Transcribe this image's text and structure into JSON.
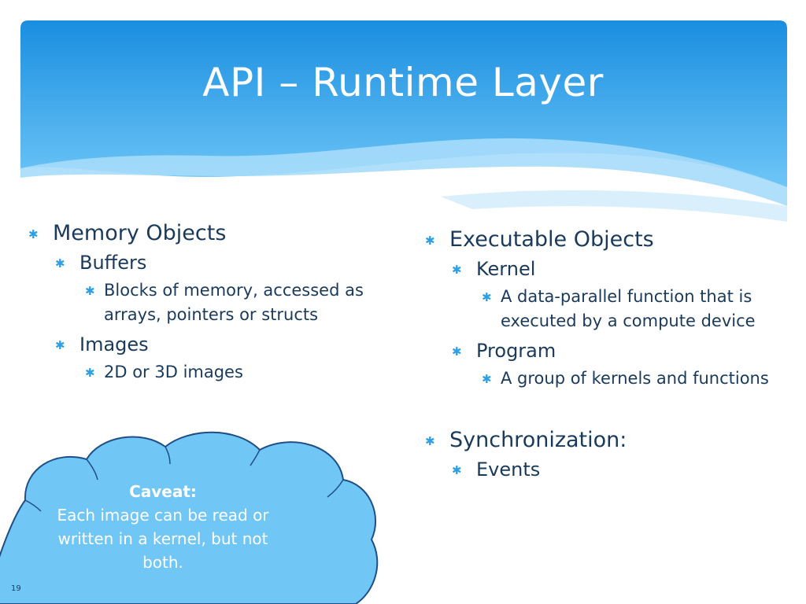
{
  "slide": {
    "title": "API – Runtime Layer",
    "page_number": "19"
  },
  "left_column": {
    "heading": "Memory Objects",
    "sub1": "Buffers",
    "sub1_detail": "Blocks of memory, accessed as arrays, pointers or structs",
    "sub2": "Images",
    "sub2_detail": "2D or 3D images"
  },
  "right_column": {
    "heading": "Executable Objects",
    "sub1": "Kernel",
    "sub1_detail": "A data-parallel function that is executed by a compute device",
    "sub2": "Program",
    "sub2_detail": "A group of kernels and functions",
    "heading2": "Synchronization:",
    "sub3": "Events"
  },
  "callout": {
    "heading": "Caveat:",
    "text": "Each image can be read or written in a kernel, but not both."
  },
  "colors": {
    "header_top": "#1a8ee0",
    "header_bottom": "#6ec6f7",
    "cloud_fill": "#70c6f5",
    "cloud_stroke": "#1f4f86",
    "bullet": "#2e9fe6",
    "text": "#1a3a5c"
  },
  "icons": {
    "bullet": "asterisk-bullet"
  }
}
